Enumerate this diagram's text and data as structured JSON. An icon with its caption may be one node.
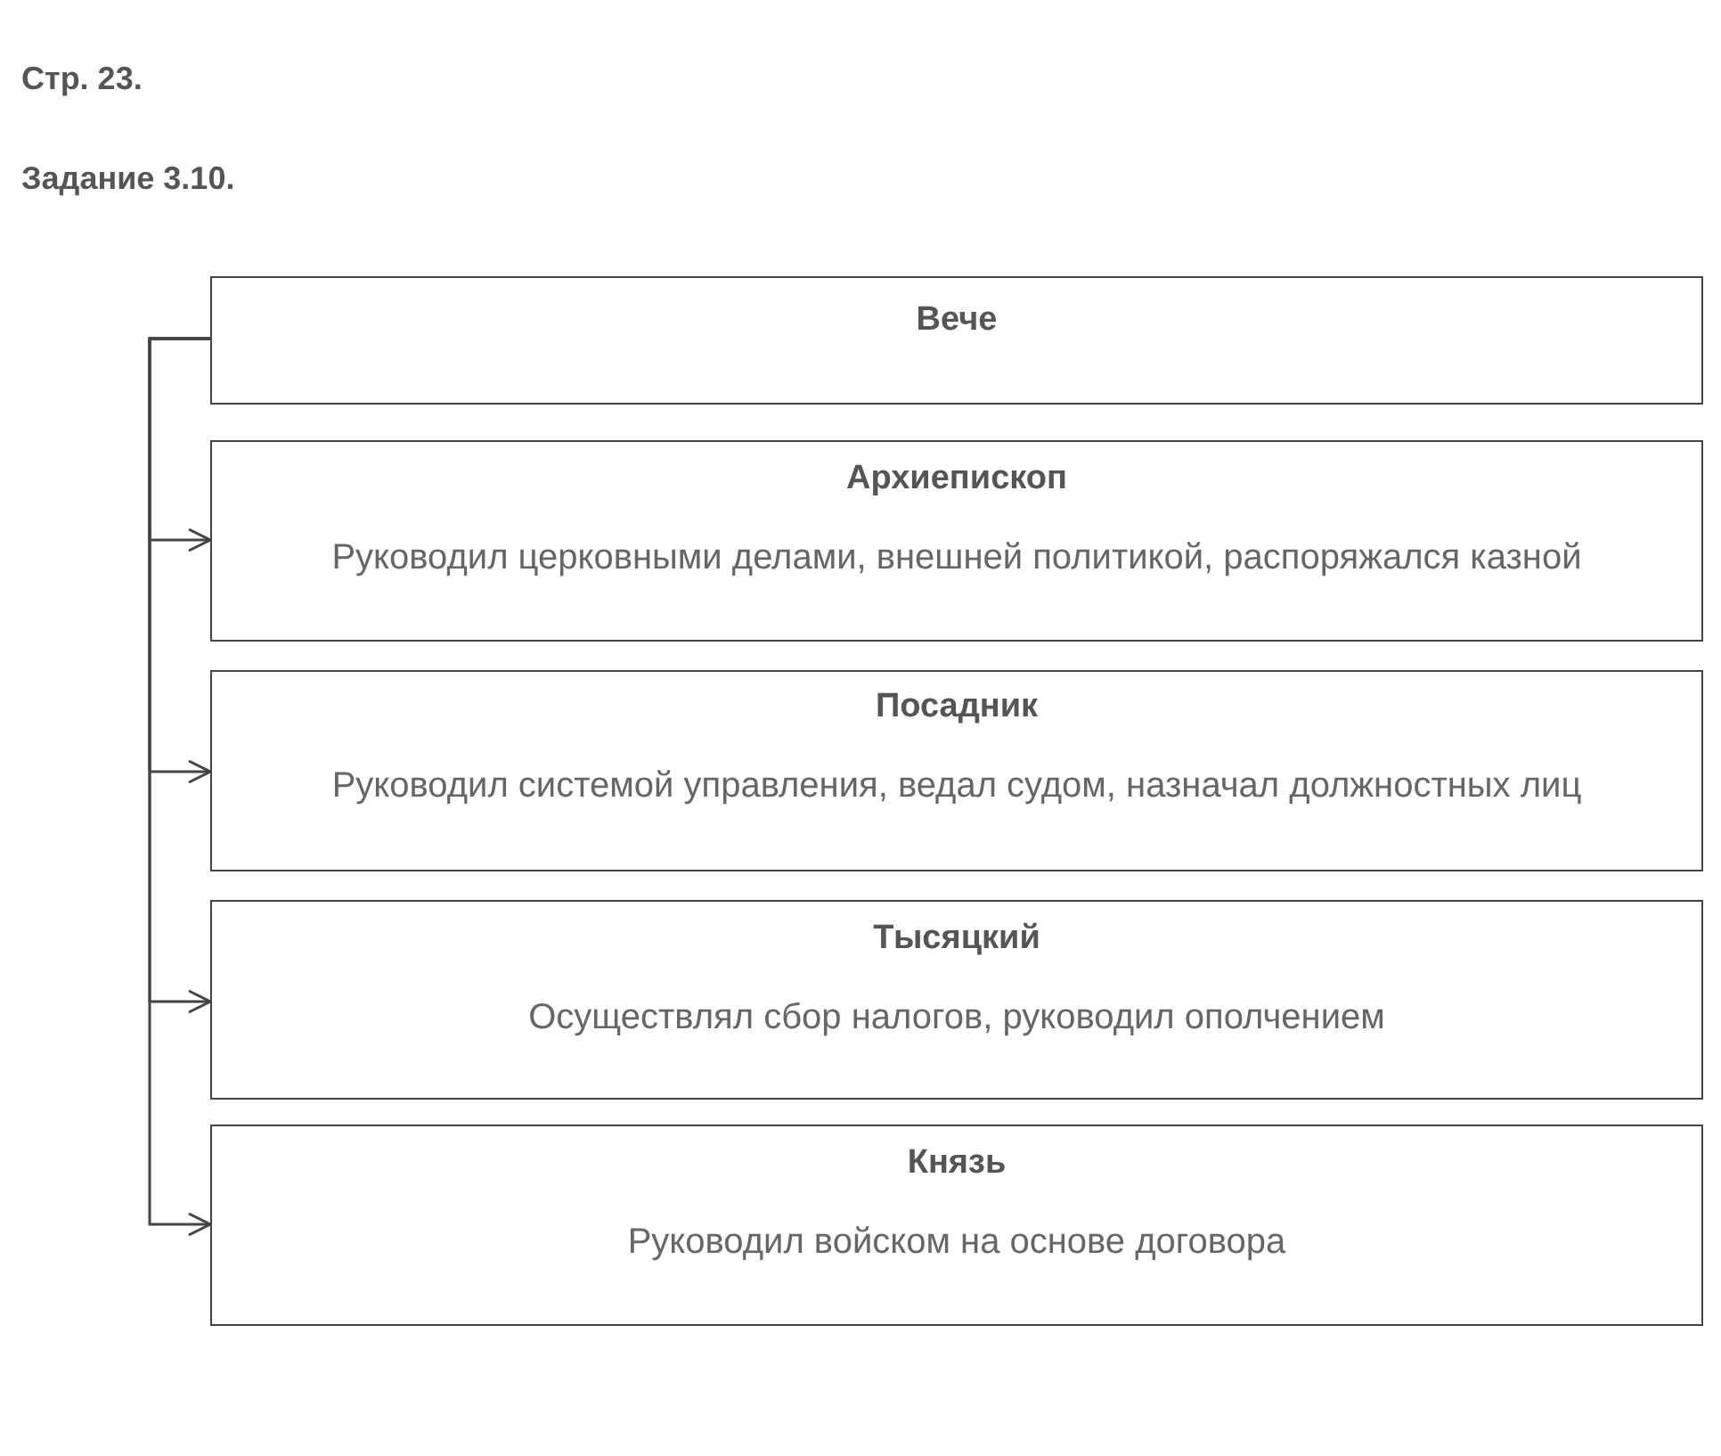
{
  "diagram": {
    "title": "Задание 3.10.",
    "nodes": [
      {
        "text": [
          "Вече"
        ]
      },
      {
        "text": [
          "Архиепископ",
          "Руководил церковными делами, внешней политикой, распоряжался казной"
        ]
      },
      {
        "text": [
          "Посадник",
          "Руководил системой управления, ведал судом, назначал должностных лиц"
        ]
      },
      {
        "text": [
          "Тысяцкий",
          "Осуществлял сбор налогов, руководил ополчением"
        ]
      },
      {
        "text": [
          "Князь",
          "Руководил войском на основе договора"
        ]
      }
    ],
    "edges": [
      {
        "from": 0,
        "to": 1,
        "arrow": "to"
      },
      {
        "from": 0,
        "to": 2,
        "arrow": "to"
      },
      {
        "from": 0,
        "to": 3,
        "arrow": "to"
      },
      {
        "from": 0,
        "to": 4,
        "arrow": "to"
      }
    ],
    "labels": [
      "Стр. 23."
    ]
  }
}
